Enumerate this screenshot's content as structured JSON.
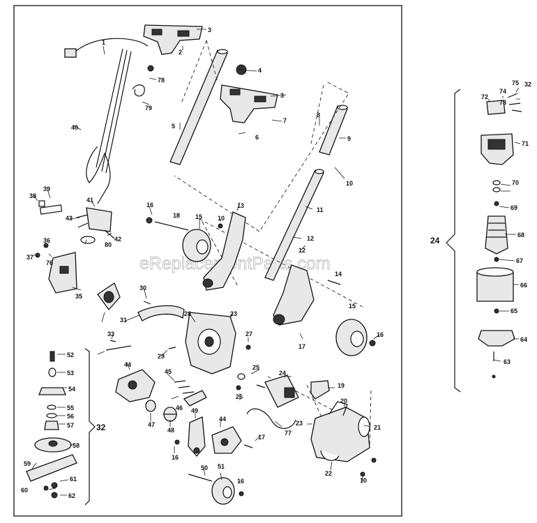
{
  "watermark": "eReplacementParts.com",
  "group_labels": {
    "motor_assembly": "24",
    "head_assembly": "32"
  },
  "part_labels": [
    "1",
    "2",
    "3",
    "3",
    "4",
    "5",
    "6",
    "7",
    "8",
    "9",
    "10",
    "10",
    "10",
    "11",
    "12",
    "12",
    "13",
    "14",
    "15",
    "15",
    "16",
    "16",
    "16",
    "16",
    "17",
    "17",
    "18",
    "19",
    "20",
    "21",
    "22",
    "23",
    "23",
    "24",
    "25",
    "26",
    "27",
    "28",
    "29",
    "30",
    "31",
    "32",
    "33",
    "35",
    "36",
    "37",
    "38",
    "39",
    "40",
    "41",
    "42",
    "43",
    "44",
    "44",
    "45",
    "46",
    "47",
    "48",
    "49",
    "50",
    "51",
    "52",
    "53",
    "54",
    "55",
    "56",
    "57",
    "58",
    "59",
    "60",
    "61",
    "62",
    "63",
    "64",
    "65",
    "66",
    "67",
    "68",
    "69",
    "70",
    "71",
    "72",
    "73",
    "74",
    "75",
    "76",
    "77",
    "78",
    "79",
    "80"
  ]
}
